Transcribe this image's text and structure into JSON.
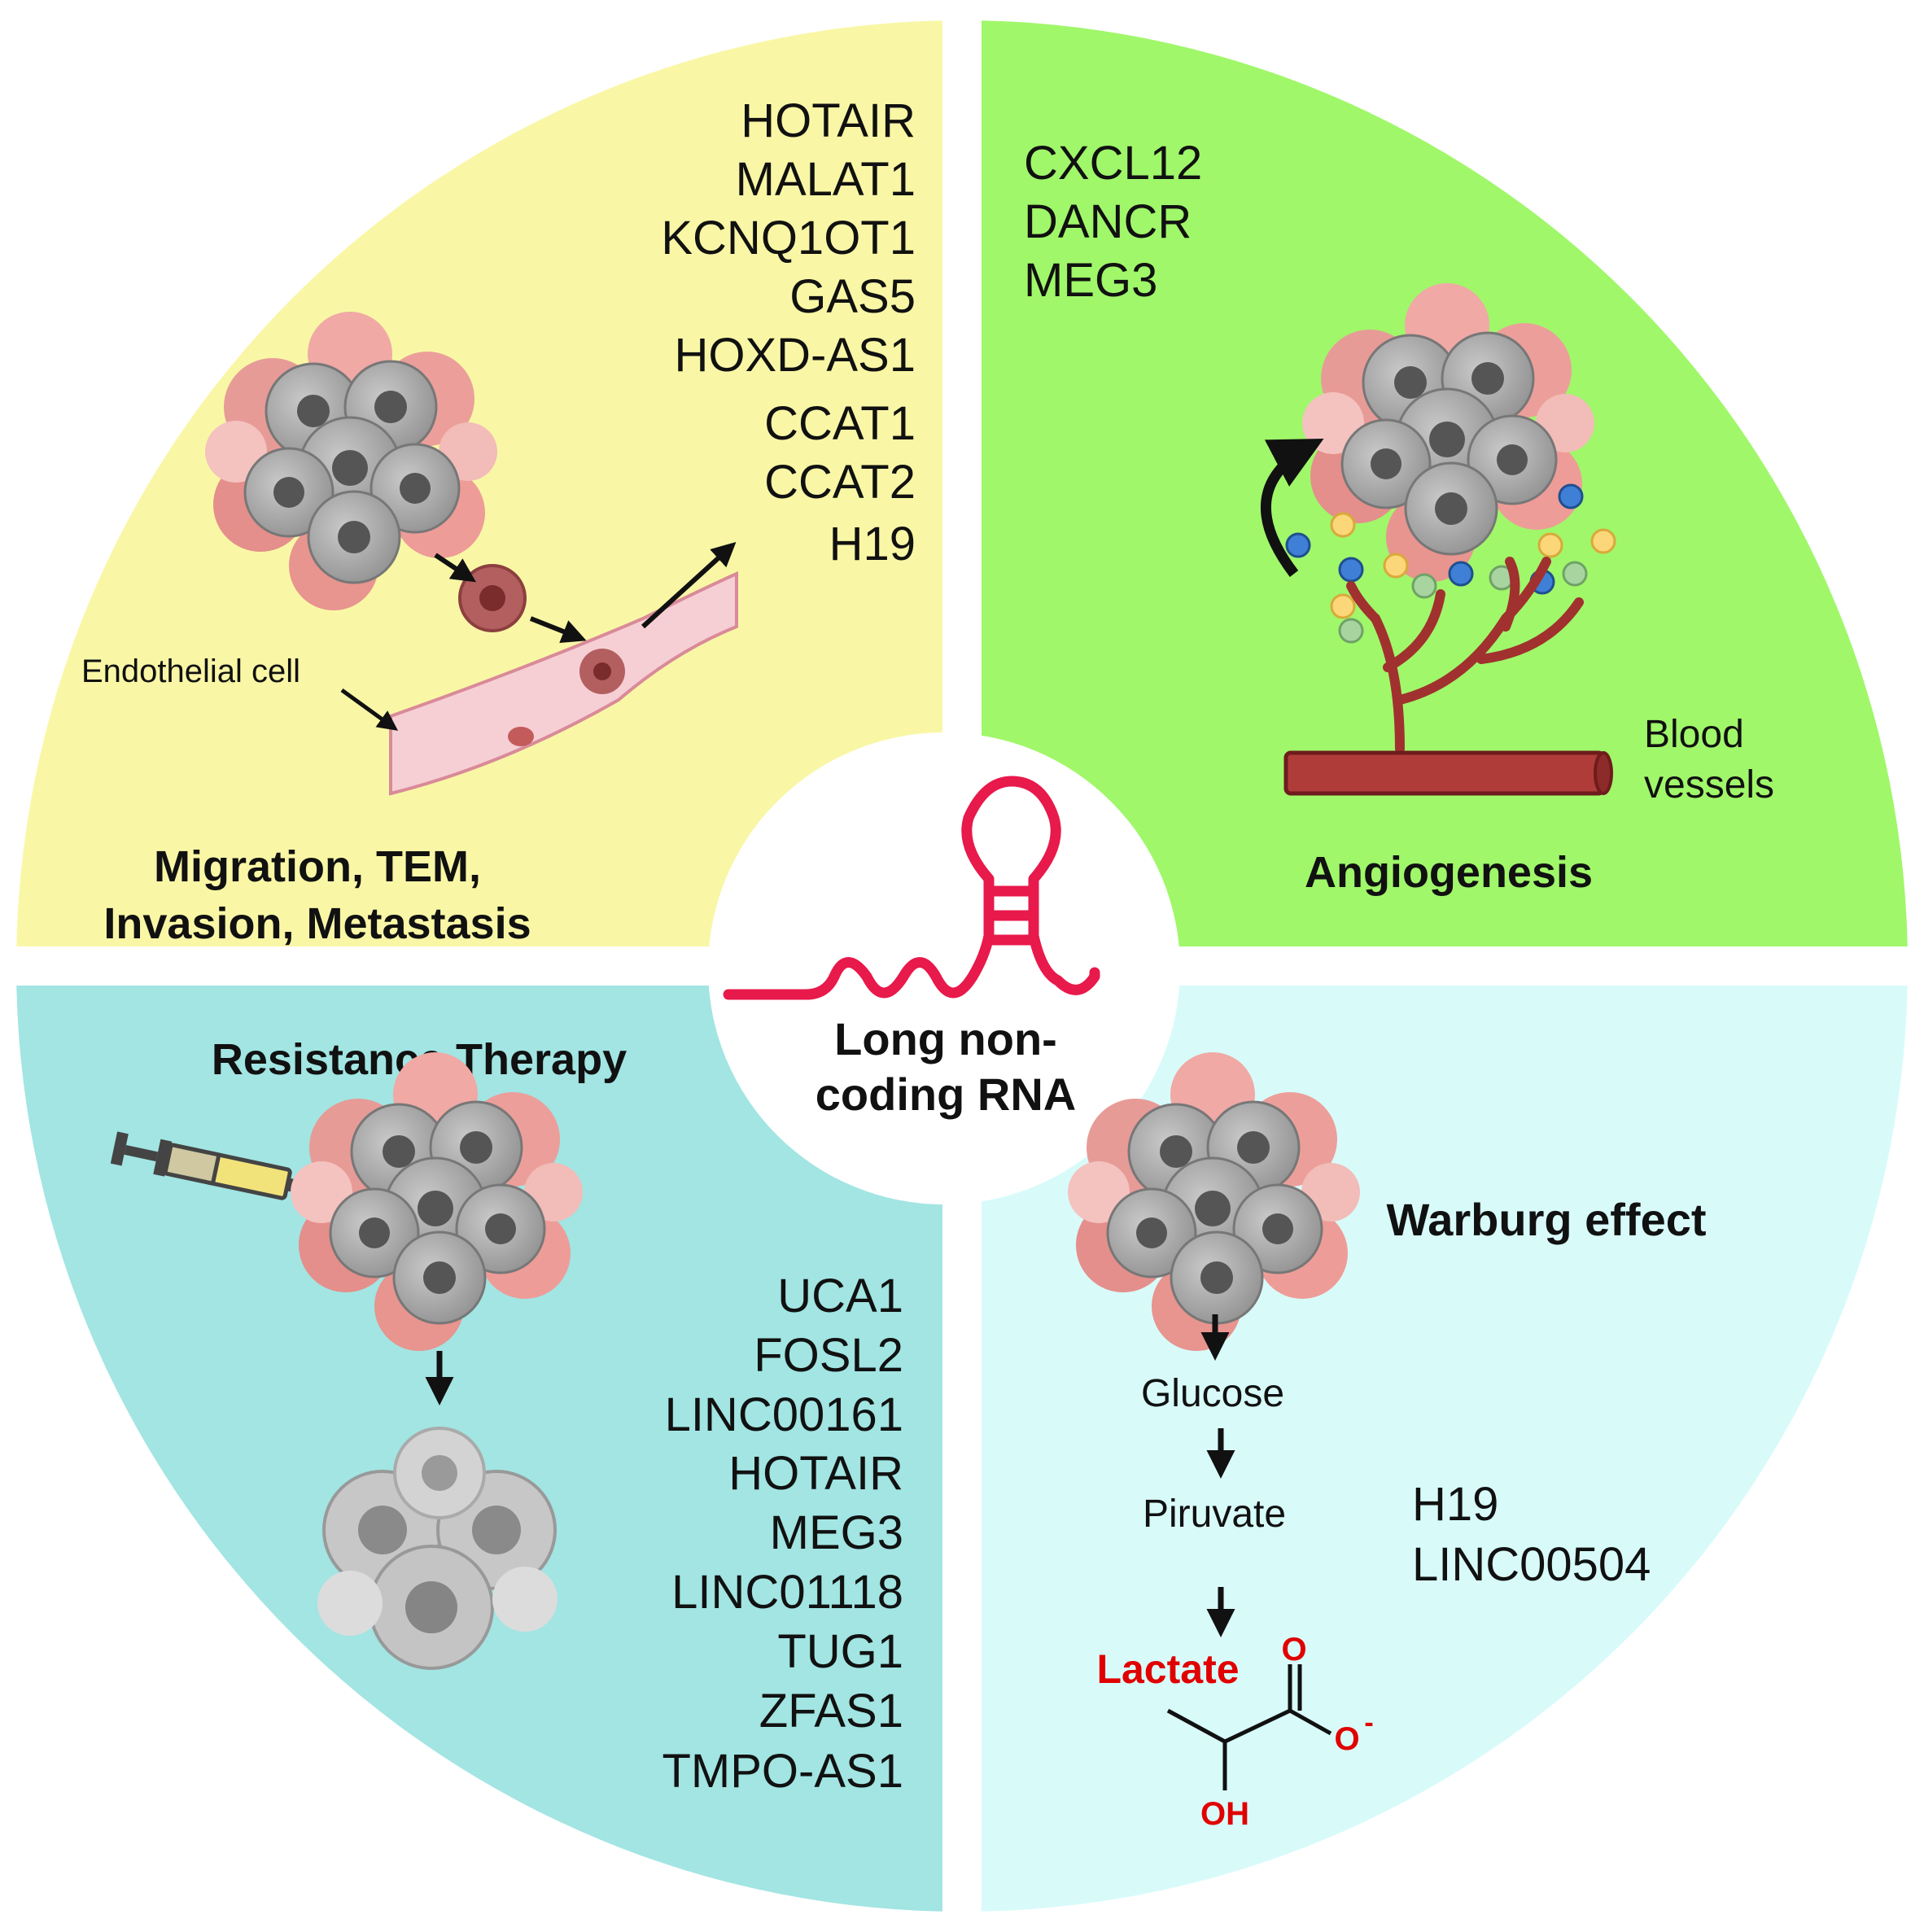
{
  "center": {
    "line1": "Long non-",
    "line2": "coding RNA"
  },
  "quadrants": {
    "migration": {
      "title_line1": "Migration, TEM,",
      "title_line2": "Invasion, Metastasis",
      "label_endothelial": "Endothelial cell",
      "genes": [
        "HOTAIR",
        "MALAT1",
        "KCNQ1OT1",
        "GAS5",
        "HOXD-AS1",
        "CCAT1",
        "CCAT2",
        "H19"
      ]
    },
    "angiogenesis": {
      "title": "Angiogenesis",
      "label_line1": "Blood",
      "label_line2": "vessels",
      "genes": [
        "CXCL12",
        "DANCR",
        "MEG3"
      ]
    },
    "resistance": {
      "title": "Resistance Therapy",
      "genes": [
        "UCA1",
        "FOSL2",
        "LINC00161",
        "HOTAIR",
        "MEG3",
        "LINC01118",
        "TUG1",
        "ZFAS1",
        "TMPO-AS1"
      ]
    },
    "warburg": {
      "title": "Warburg effect",
      "step1": "Glucose",
      "step2": "Piruvate",
      "step3": "Lactate",
      "atom_o": "O",
      "atom_o_minus": "O",
      "charge": "-",
      "atom_oh": "OH",
      "genes": [
        "H19",
        "LINC00504"
      ]
    }
  },
  "colors": {
    "migration_bg": "#f9f7a6",
    "angiogenesis_bg": "#a0f76a",
    "resistance_bg": "#a2e5e3",
    "warburg_bg": "#d8fbfa",
    "rna": "#e8194b",
    "lactate": "#e00000"
  }
}
